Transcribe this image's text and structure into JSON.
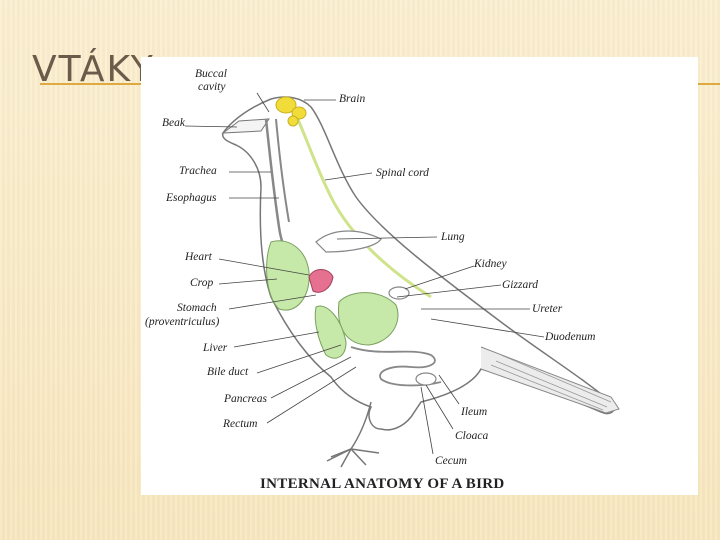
{
  "slide": {
    "title": "VTÁKY"
  },
  "figure": {
    "caption": "INTERNAL ANATOMY OF A BIRD",
    "labels": {
      "buccal_cavity_1": "Buccal",
      "buccal_cavity_2": "cavity",
      "beak": "Beak",
      "brain": "Brain",
      "trachea": "Trachea",
      "spinal_cord": "Spinal cord",
      "esophagus": "Esophagus",
      "lung": "Lung",
      "heart": "Heart",
      "kidney": "Kidney",
      "crop": "Crop",
      "gizzard": "Gizzard",
      "stomach": "Stomach",
      "proventriculus": "(proventriculus)",
      "ureter": "Ureter",
      "duodenum": "Duodenum",
      "liver": "Liver",
      "bile_duct": "Bile duct",
      "pancreas": "Pancreas",
      "ileum": "Ileum",
      "rectum": "Rectum",
      "cloaca": "Cloaca",
      "cecum": "Cecum"
    }
  },
  "colors": {
    "background": "#f8e7bf",
    "title_text": "#6b5b4a",
    "title_rule": "#e0a840",
    "brain": "#f2dc3a",
    "organs": "#c6e8a8",
    "heart": "#e6708f",
    "body_outline": "#777777"
  }
}
